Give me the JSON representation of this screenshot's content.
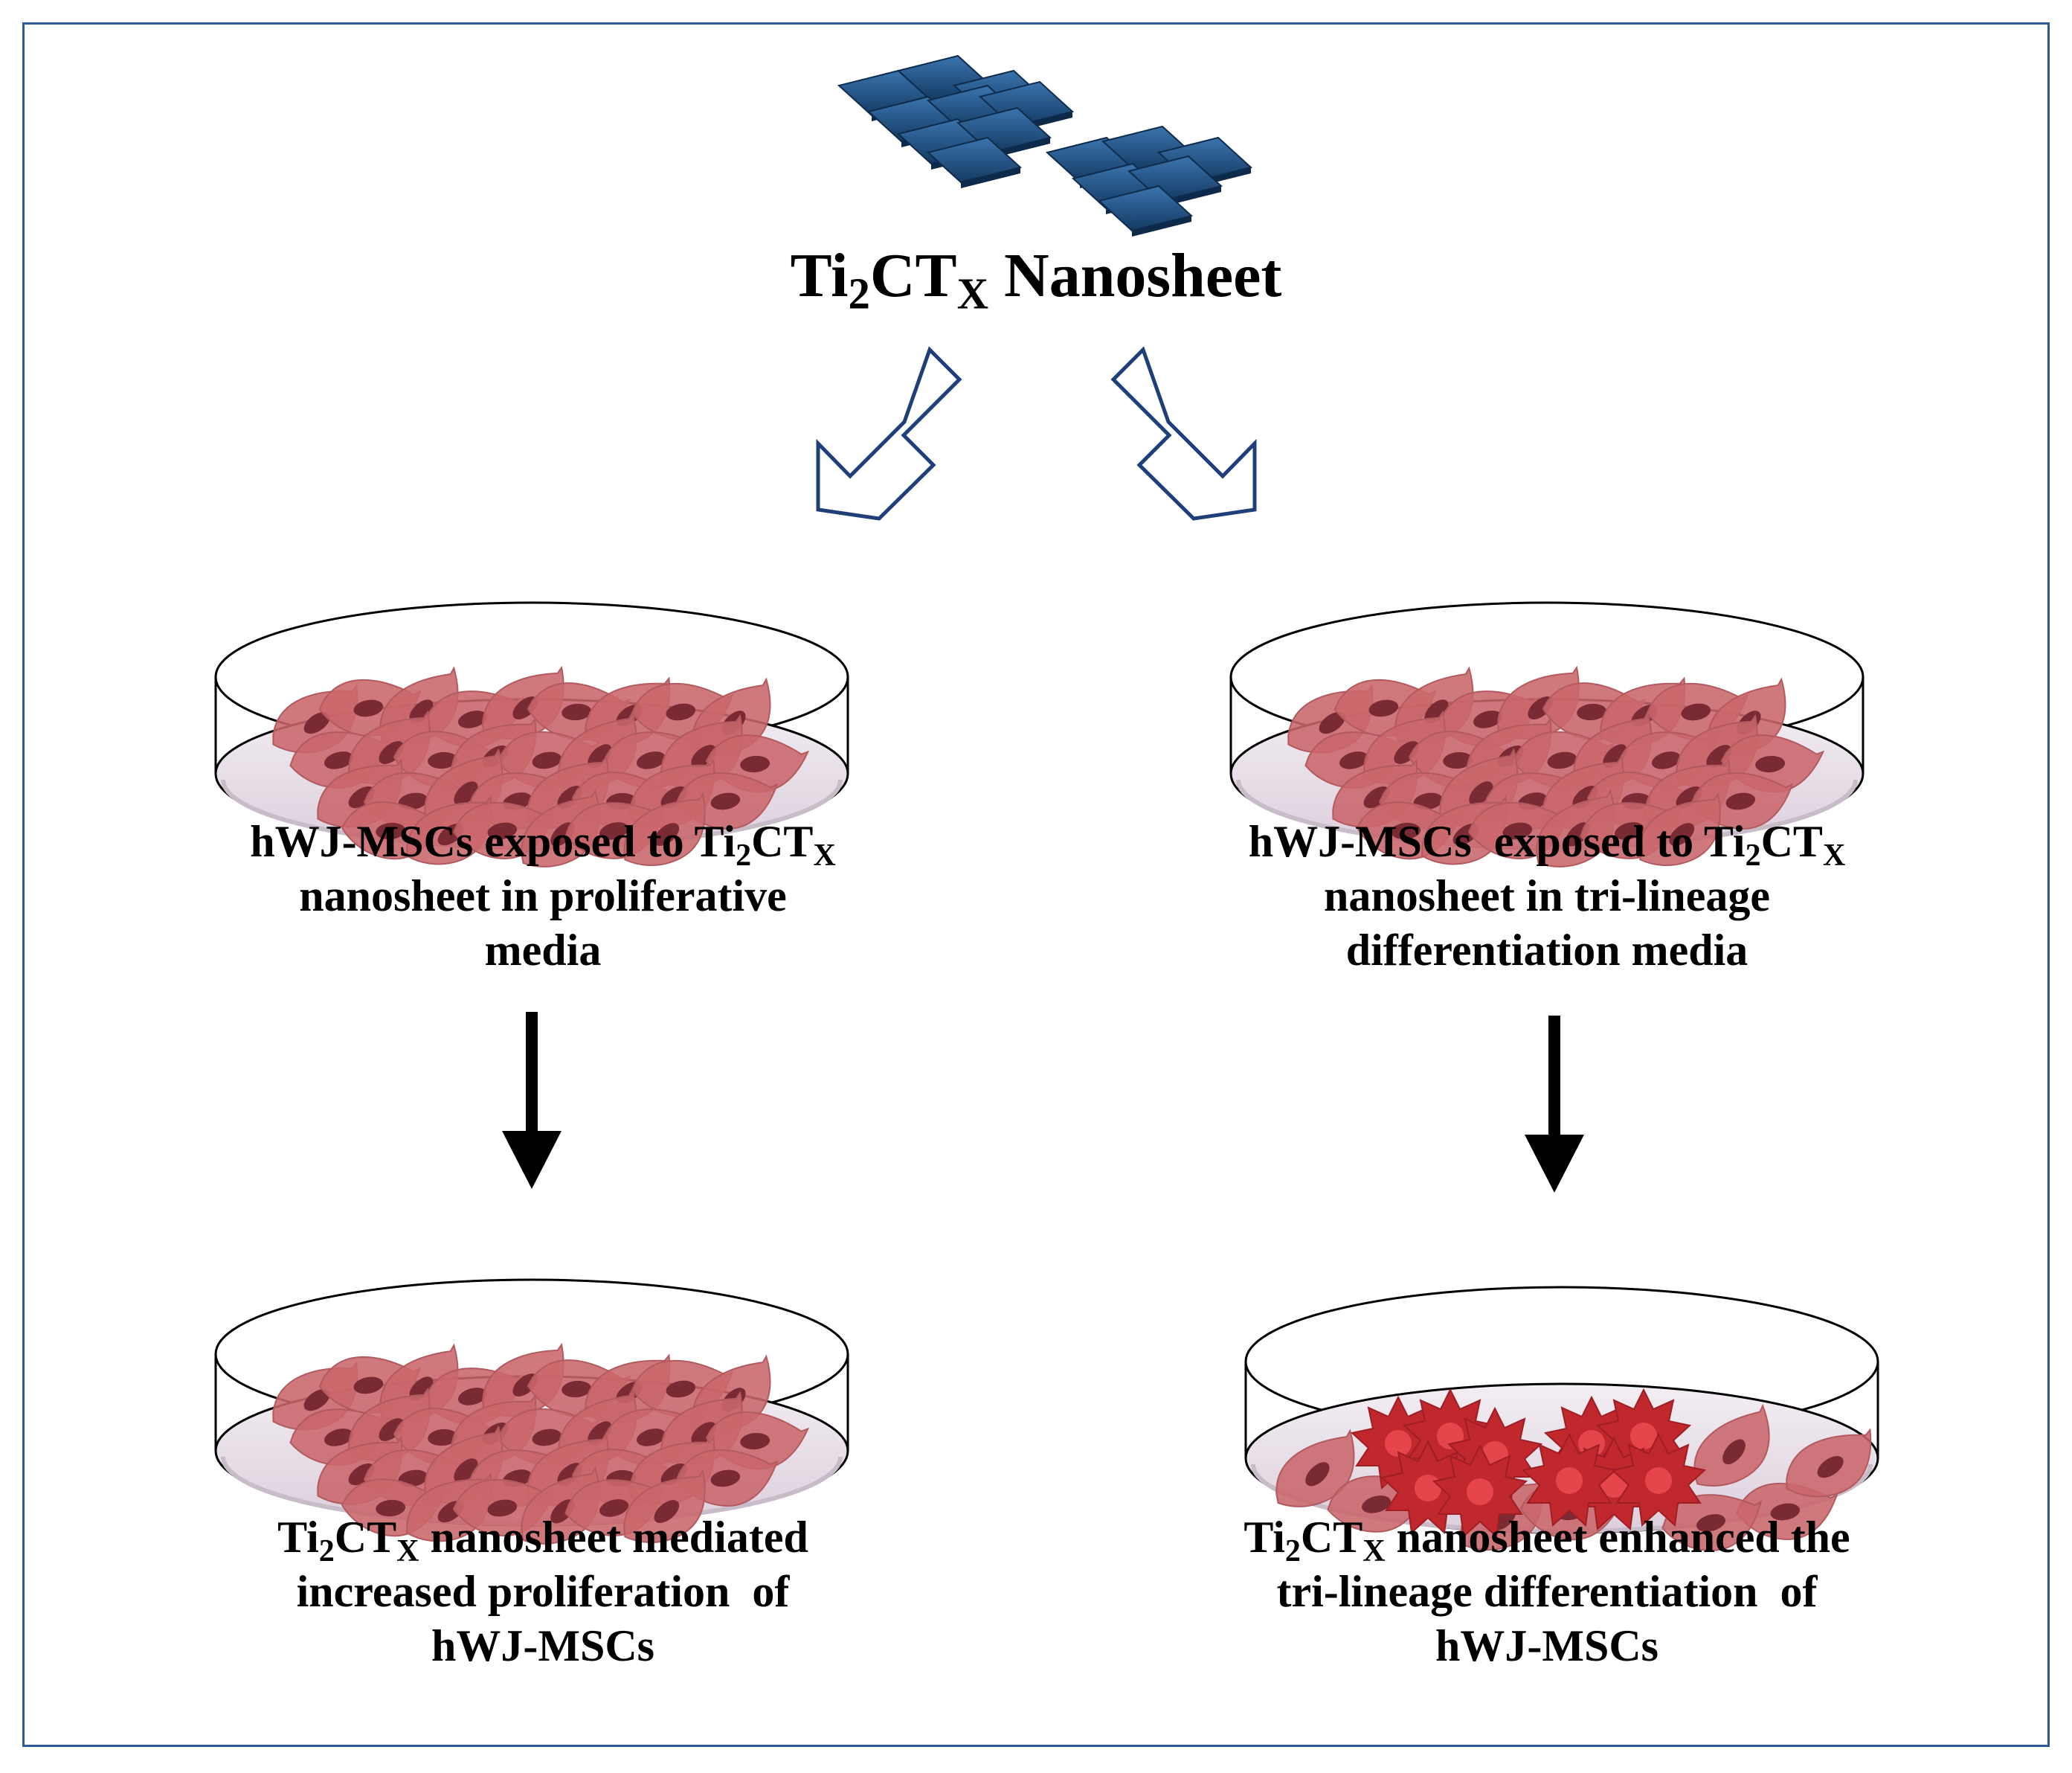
{
  "title": {
    "pre": "Ti",
    "sub1": "2",
    "mid": "CT",
    "sub2": "X",
    "post": " Nanosheet"
  },
  "step_left_top": {
    "line1_pre": "hWJ-MSCs exposed to Ti",
    "line1_sub1": "2",
    "line1_mid": "CT",
    "line1_sub2": "X",
    "line2": "nanosheet in proliferative",
    "line3": "media"
  },
  "step_right_top": {
    "line1_pre": "hWJ-MSCs  exposed to Ti",
    "line1_sub1": "2",
    "line1_mid": "CT",
    "line1_sub2": "X",
    "line2": "nanosheet in tri-lineage",
    "line3": "differentiation media"
  },
  "step_left_bottom": {
    "line1_pre": "Ti",
    "line1_sub1": "2",
    "line1_mid": "CT",
    "line1_sub2": "X",
    "line1_post": " nanosheet mediated",
    "line2": "increased proliferation  of",
    "line3": "hWJ-MSCs"
  },
  "step_right_bottom": {
    "line1_pre": "Ti",
    "line1_sub1": "2",
    "line1_mid": "CT",
    "line1_sub2": "X",
    "line1_post": " nanosheet enhanced the",
    "line2": "tri-lineage differentiation  of",
    "line3": "hWJ-MSCs"
  },
  "colors": {
    "frame": "#2c5a99",
    "nanosheet": "#1f4f80",
    "hollow_arrow": "#1f3f7a",
    "cell": "#c9676b",
    "nucleus": "#7a2a33",
    "differentiated_cell": "#c0282e",
    "dish_fill": "#e6dbe6"
  }
}
